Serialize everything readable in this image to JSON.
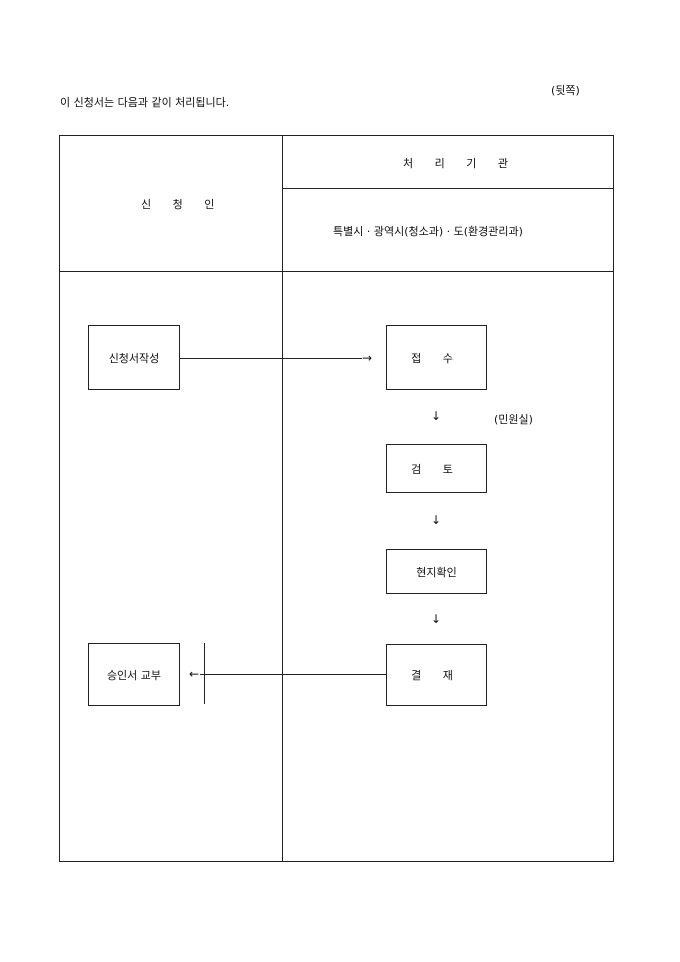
{
  "page_marker": "(뒷쪽)",
  "intro": "이 신청서는 다음과 같이 처리됩니다.",
  "header": {
    "applicant": "신 청 인",
    "processing_agency": "처 리 기 관",
    "agency_detail": "특별시 · 광역시(청소과) · 도(환경관리과)"
  },
  "flow": {
    "apply": "신청서작성",
    "receive": "접 수",
    "receive_note": "(민원실)",
    "review": "검 토",
    "site_check": "현지확인",
    "decision": "결 재",
    "issue": "승인서 교부"
  },
  "arrows": {
    "right": "→",
    "down": "↓",
    "left": "←"
  }
}
